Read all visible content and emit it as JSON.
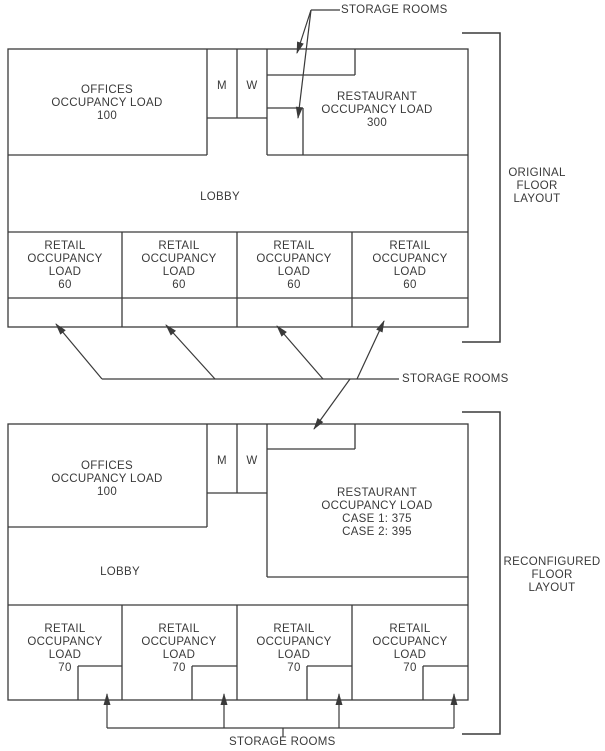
{
  "colors": {
    "line": "#3a3a3a",
    "text": "#3a3a3a",
    "background": "#ffffff"
  },
  "labels": {
    "storage_rooms_top": "STORAGE ROOMS",
    "storage_rooms_middle": "STORAGE ROOMS",
    "storage_rooms_bottom": "STORAGE ROOMS"
  },
  "original": {
    "title": "ORIGINAL\nFLOOR\nLAYOUT",
    "offices": "OFFICES\nOCCUPANCY LOAD\n100",
    "restroom_m": "M",
    "restroom_w": "W",
    "restaurant": "RESTAURANT\nOCCUPANCY LOAD\n300",
    "lobby": "LOBBY",
    "retail": [
      "RETAIL\nOCCUPANCY\nLOAD\n60",
      "RETAIL\nOCCUPANCY\nLOAD\n60",
      "RETAIL\nOCCUPANCY\nLOAD\n60",
      "RETAIL\nOCCUPANCY\nLOAD\n60"
    ]
  },
  "reconfigured": {
    "title": "RECONFIGURED\nFLOOR\nLAYOUT",
    "offices": "OFFICES\nOCCUPANCY LOAD\n100",
    "restroom_m": "M",
    "restroom_w": "W",
    "restaurant": "RESTAURANT\nOCCUPANCY LOAD\nCASE 1: 375\nCASE 2: 395",
    "lobby": "LOBBY",
    "retail": [
      "RETAIL\nOCCUPANCY\nLOAD\n70",
      "RETAIL\nOCCUPANCY\nLOAD\n70",
      "RETAIL\nOCCUPANCY\nLOAD\n70",
      "RETAIL\nOCCUPANCY\nLOAD\n70"
    ]
  }
}
